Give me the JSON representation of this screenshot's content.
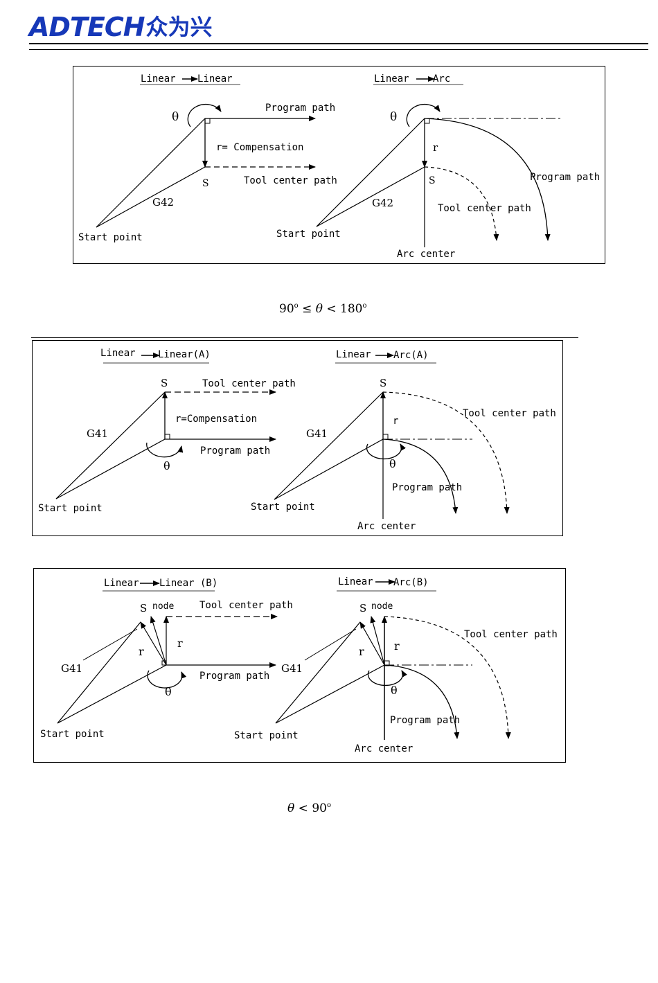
{
  "header": {
    "brand_latin": "ADTECH",
    "brand_cjk": "众为兴",
    "brand_color": "#1638b8"
  },
  "figure1": {
    "left": {
      "title": "Linear ",
      "title_end": " Linear",
      "theta": "θ",
      "program_path": "Program path",
      "r_label": "r= Compensation",
      "s": "S",
      "tool_center_path": "Tool center path",
      "g": "G42",
      "start_point": "Start point"
    },
    "right": {
      "title": "Linear ",
      "title_end": " Arc",
      "theta": "θ",
      "r": "r",
      "s": "S",
      "program_path": "Program path",
      "g": "G42",
      "tool_center_path": "Tool center path",
      "start_point": "Start point",
      "arc_center": "Arc center"
    }
  },
  "caption1": {
    "left_value": "90",
    "degree": "o",
    "op1": " ≤ ",
    "theta": "θ",
    "op2": " < ",
    "right_value": "180"
  },
  "figure2": {
    "left": {
      "title": "Linear ",
      "title_end": " Linear(A)",
      "s": "S",
      "tool_center_path": "Tool center path",
      "r_label": "r=Compensation",
      "g": "G41",
      "program_path": "Program path",
      "theta": "θ",
      "start_point": "Start point"
    },
    "right": {
      "title": "Linear ",
      "title_end": " Arc(A)",
      "s": "S",
      "tool_center_path": "Tool center path",
      "r": "r",
      "g": "G41",
      "theta": "θ",
      "program_path": "Program path",
      "start_point": "Start point",
      "arc_center": "Arc center"
    }
  },
  "figure3": {
    "left": {
      "title": "Linear",
      "title_end": "Linear (B)",
      "s": "S",
      "node": "node",
      "tool_center_path": "Tool center path",
      "r": "r",
      "g": "G41",
      "program_path": "Program path",
      "theta": "θ",
      "start_point": "Start point"
    },
    "right": {
      "title": "Linear ",
      "title_end": " Arc(B)",
      "s": "S",
      "node": "node",
      "tool_center_path": "Tool center path",
      "r": "r",
      "g": "G41",
      "theta": "θ",
      "program_path": "Program path",
      "start_point": "Start point",
      "arc_center": "Arc center"
    }
  },
  "caption2": {
    "theta": "θ",
    "op": " < ",
    "value": "90",
    "degree": "o"
  }
}
